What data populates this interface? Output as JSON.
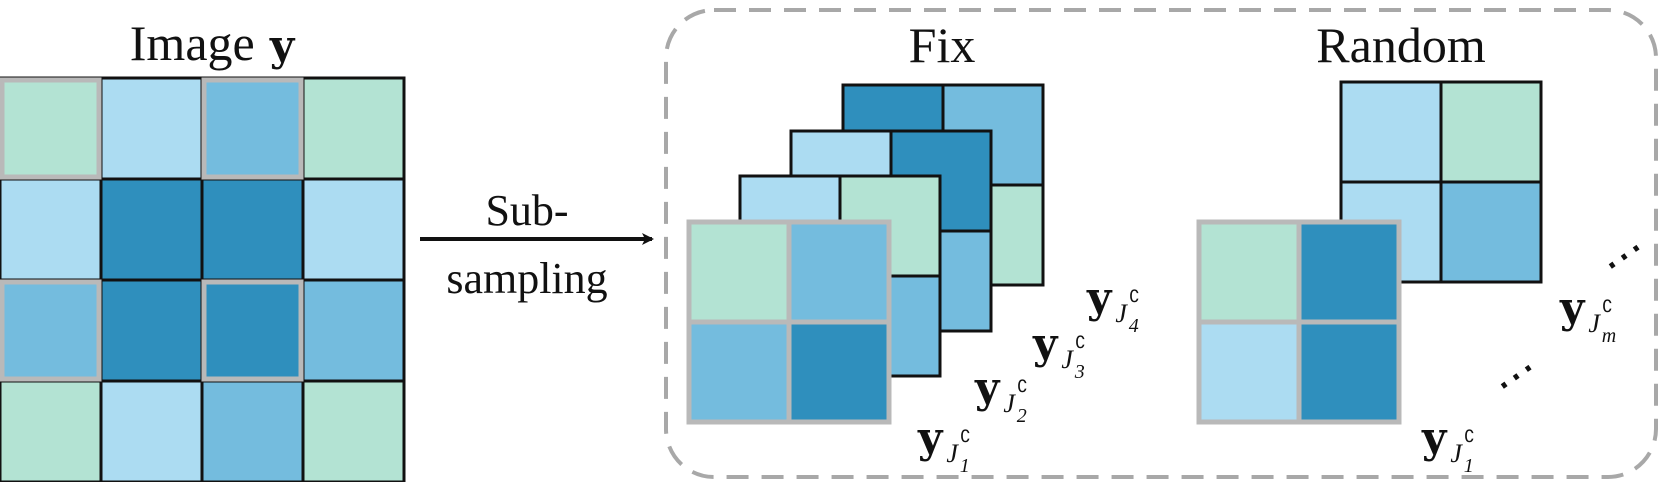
{
  "colors": {
    "mint": "#b3e3d3",
    "light_blue": "#acdcf2",
    "mid_blue": "#74bcde",
    "dark_blue": "#2f8fbd",
    "sampled_border": "#b9b9b9",
    "dashed_frame": "#a8a8a8"
  },
  "image_panel": {
    "title_text": "Image",
    "title_symbol": "y",
    "grid": [
      [
        "mint",
        "light_blue",
        "mid_blue",
        "mint"
      ],
      [
        "light_blue",
        "dark_blue",
        "dark_blue",
        "light_blue"
      ],
      [
        "mid_blue",
        "dark_blue",
        "dark_blue",
        "mid_blue"
      ],
      [
        "mint",
        "light_blue",
        "mid_blue",
        "mint"
      ]
    ],
    "sampled_cells": [
      [
        0,
        0
      ],
      [
        0,
        2
      ],
      [
        2,
        0
      ],
      [
        2,
        2
      ]
    ]
  },
  "arrow": {
    "label_line1": "Sub-",
    "label_line2": "sampling"
  },
  "fix_panel": {
    "title": "Fix",
    "layers": [
      {
        "grid": [
          [
            "mint",
            "mid_blue"
          ],
          [
            "mid_blue",
            "dark_blue"
          ]
        ],
        "sampled": true,
        "label_main": "y",
        "label_sub": "J",
        "label_index": "1",
        "label_sup": "∁"
      },
      {
        "grid": [
          [
            "light_blue",
            "mint"
          ],
          [
            "mid_blue",
            "mid_blue"
          ]
        ],
        "sampled": false,
        "label_main": "y",
        "label_sub": "J",
        "label_index": "2",
        "label_sup": "∁"
      },
      {
        "grid": [
          [
            "light_blue",
            "dark_blue"
          ],
          [
            "mid_blue",
            "mid_blue"
          ]
        ],
        "sampled": false,
        "label_main": "y",
        "label_sub": "J",
        "label_index": "3",
        "label_sup": "∁"
      },
      {
        "grid": [
          [
            "dark_blue",
            "mid_blue"
          ],
          [
            "mint",
            "mint"
          ]
        ],
        "sampled": false,
        "label_main": "y",
        "label_sub": "J",
        "label_index": "4",
        "label_sup": "∁"
      }
    ]
  },
  "random_panel": {
    "title": "Random",
    "layers": [
      {
        "grid": [
          [
            "mint",
            "dark_blue"
          ],
          [
            "light_blue",
            "dark_blue"
          ]
        ],
        "sampled": true,
        "label_main": "y",
        "label_sub": "J",
        "label_index": "1",
        "label_sup": "∁"
      },
      {
        "grid": [
          [
            "light_blue",
            "mint"
          ],
          [
            "light_blue",
            "mid_blue"
          ]
        ],
        "sampled": false,
        "label_main": "y",
        "label_sub": "J",
        "label_index": "m",
        "label_sup": "∁"
      }
    ],
    "ellipsis": "⋯"
  }
}
